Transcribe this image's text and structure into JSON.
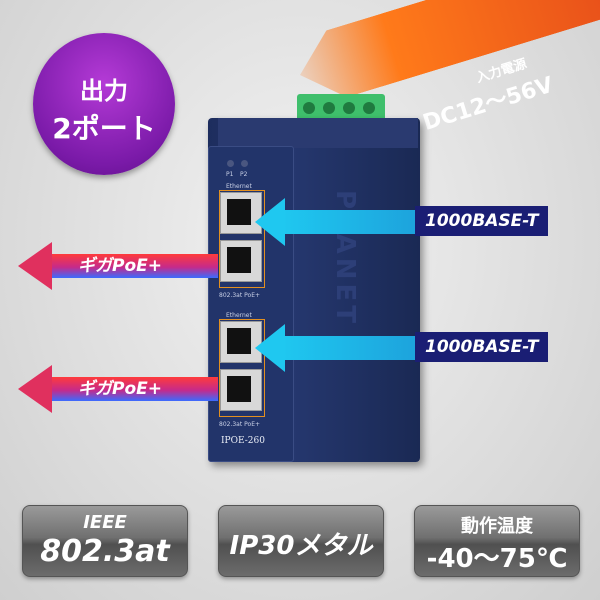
{
  "badge_circle": {
    "line1": "出力",
    "line2": "2ポート"
  },
  "power_input": {
    "label": "入力電源",
    "voltage": "DC12～56V"
  },
  "uplinks": [
    {
      "label": "1000BASE-T"
    },
    {
      "label": "1000BASE-T"
    }
  ],
  "poe_outputs": [
    {
      "label": "ギガPoE+"
    },
    {
      "label": "ギガPoE+"
    }
  ],
  "device": {
    "brand": "PLANET",
    "model": "IPOE-260",
    "led_labels": [
      "P1",
      "P2"
    ],
    "port_label": "Ethernet",
    "poe_label": "802.3at PoE+"
  },
  "features": [
    {
      "line1": "IEEE",
      "line2": "802.3at"
    },
    {
      "line1": "IP30メタル"
    },
    {
      "line1": "動作温度",
      "line2": "-40～75℃"
    }
  ],
  "colors": {
    "circle": "#8a22b8",
    "power_arrow": "#ff7a1a",
    "uplink_arrow": "#1fc8f0",
    "label_box": "#1a1e74",
    "device": "#22346a"
  }
}
